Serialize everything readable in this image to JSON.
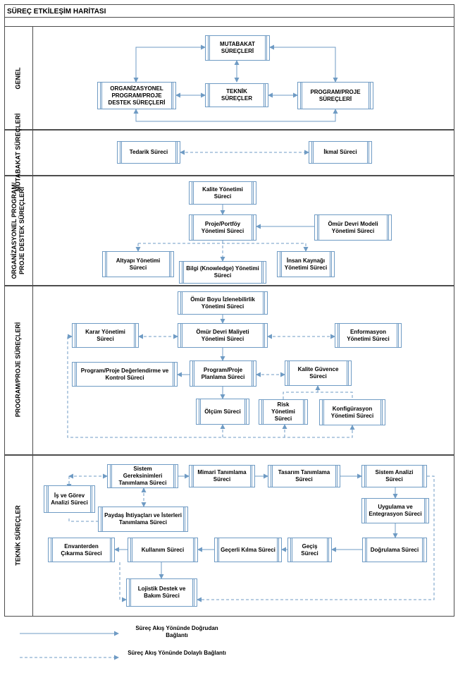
{
  "title": "SÜREÇ ETKİLEŞİM HARİTASI",
  "lanes": {
    "genel": "GENEL",
    "mutabakat": "MUTABAKAT SÜREÇLERİ",
    "organizasyonel_line1": "ORGANİZASYONEL PROGRAM/",
    "organizasyonel_line2": "PROJE DESTEK SÜREÇLERİ",
    "program": "PROGRAM/PROJE SÜREÇLERİ",
    "teknik": "TEKNİK SÜREÇLER"
  },
  "boxes": {
    "genel_mutabakat": "MUTABAKAT SÜREÇLERİ",
    "genel_organizasyonel": "ORGANİZASYONEL PROGRAM/PROJE DESTEK SÜREÇLERİ",
    "genel_teknik": "TEKNİK SÜREÇLER",
    "genel_program": "PROGRAM/PROJE SÜREÇLERİ",
    "tedarik": "Tedarik Süreci",
    "ikmal": "İkmal Süreci",
    "kalite_yonetimi": "Kalite Yönetimi Süreci",
    "proje_portfoy": "Proje/Portföy Yönetimi Süreci",
    "omur_devri_modeli": "Ömür Devri Modeli Yönetimi Süreci",
    "altyapi": "Altyapı Yönetimi Süreci",
    "insan_kaynagi": "İnsan Kaynağı Yönetimi Süreci",
    "bilgi": "Bilgi (Knowledge) Yönetimi Süreci",
    "omur_boyu": "Ömür Boyu İzlenebilirlik Yönetimi Süreci",
    "karar": "Karar Yönetimi Süreci",
    "omur_devri_maliyeti": "Ömür Devri Maliyeti Yönetimi Süreci",
    "enformasyon": "Enformasyon Yönetimi Süreci",
    "degerlendirme": "Program/Proje Değerlendirme ve Kontrol Süreci",
    "planlama": "Program/Proje Planlama Süreci",
    "kalite_guvence": "Kalite Güvence Süreci",
    "olcum": "Ölçüm Süreci",
    "risk": "Risk Yönetimi Süreci",
    "konfigurasyon": "Konfigürasyon Yönetimi Süreci",
    "sistem_gereksinimleri": "Sistem Gereksinimleri Tanımlama Süreci",
    "mimari": "Mimari Tanımlama Süreci",
    "tasarim": "Tasarım Tanımlama Süreci",
    "sistem_analizi": "Sistem Analizi Süreci",
    "is_gorev": "İş ve Görev Analizi Süreci",
    "paydas": "Paydaş İhtiyaçları ve İsterleri Tanımlama Süreci",
    "uygulama": "Uygulama ve Entegrasyon Süreci",
    "envanter": "Envanterden Çıkarma Süreci",
    "kullanim": "Kullanım Süreci",
    "gecerli_kilma": "Geçerli Kılma Süreci",
    "gecis": "Geçiş Süreci",
    "dogrulama": "Doğrulama Süreci",
    "lojistik": "Lojistik Destek ve Bakım Süreci"
  },
  "legend": {
    "direct": "Süreç Akış Yönünde Doğrudan Bağlantı",
    "indirect": "Süreç Akış Yönünde Dolaylı Bağlantı"
  },
  "colors": {
    "line": "#6f9bc4",
    "border": "#4d4d4d"
  }
}
